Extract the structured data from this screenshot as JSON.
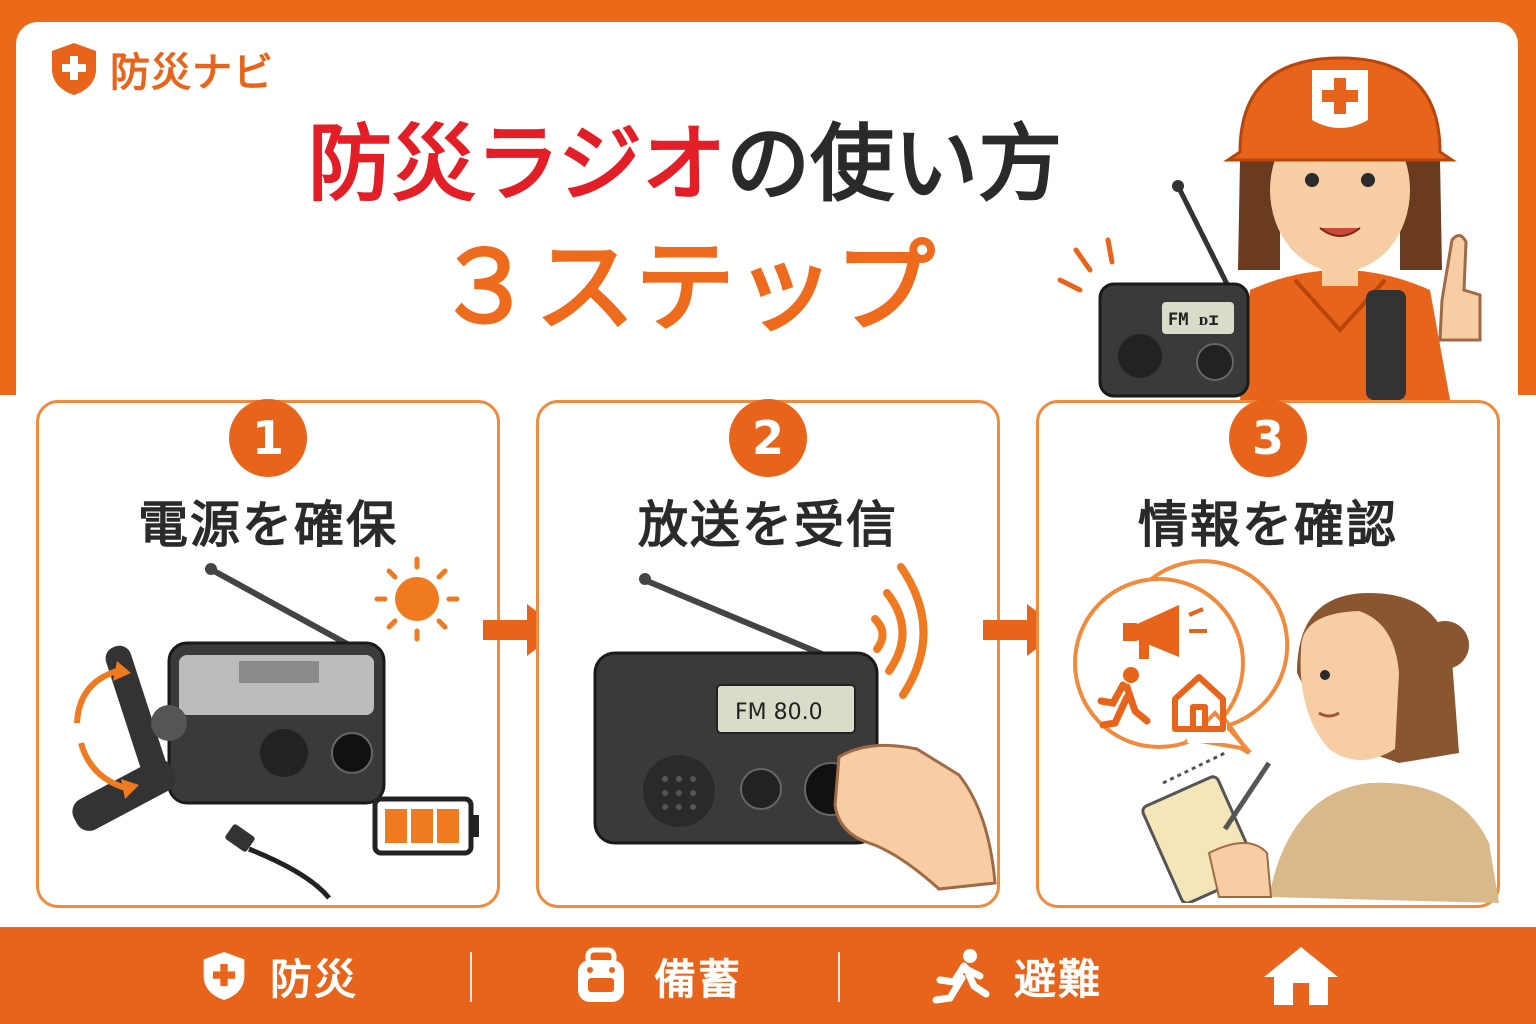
{
  "brand": {
    "name": "防災ナビ",
    "icon": "shield-plus-icon"
  },
  "header": {
    "title_accent": "防災ラジオ",
    "title_rest": "の使い方",
    "subtitle": "３ステップ",
    "radio_display": "FM ᴅɪ"
  },
  "steps": [
    {
      "number": "1",
      "title": "電源を確保",
      "icons": [
        "hand-crank-icon",
        "sun-icon",
        "battery-icon",
        "usb-cable-icon"
      ]
    },
    {
      "number": "2",
      "title": "放送を受信",
      "display": "FM  80.0",
      "icons": [
        "signal-waves-icon",
        "tuning-hand-icon"
      ]
    },
    {
      "number": "3",
      "title": "情報を確認",
      "icons": [
        "megaphone-icon",
        "running-person-icon",
        "house-icon",
        "notepad-icon"
      ]
    }
  ],
  "nav": [
    {
      "label": "防災",
      "icon": "shield-plus-icon"
    },
    {
      "label": "備蓄",
      "icon": "backpack-icon"
    },
    {
      "label": "避難",
      "icon": "running-person-icon"
    },
    {
      "label": "",
      "icon": "home-icon"
    }
  ],
  "colors": {
    "orange": "#e8641a",
    "red": "#e21f26",
    "dark": "#2a2a2a",
    "radio": "#3a3a3a"
  }
}
